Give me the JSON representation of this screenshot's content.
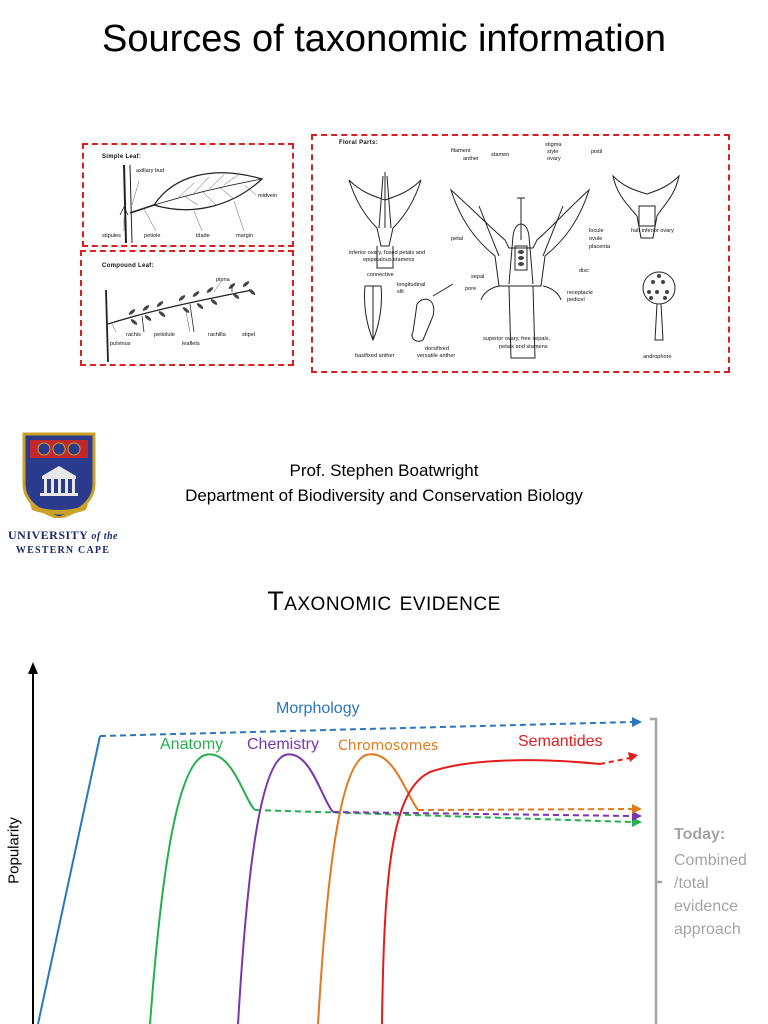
{
  "slide_title": "Sources of taxonomic information",
  "simple_leaf": {
    "heading": "Simple Leaf:",
    "labels": {
      "axillary_bud": "axillary bud",
      "midvein": "midvein",
      "stipules": "stipules",
      "petiole": "petiole",
      "blade": "blade",
      "margin": "margin"
    }
  },
  "compound_leaf": {
    "heading": "Compound Leaf:",
    "labels": {
      "pinna": "pinna",
      "rachis": "rachis",
      "petiolule": "petiolule",
      "rachilla": "rachilla",
      "stipel": "stipel",
      "pulvinus": "pulvinus",
      "leaflets": "leaflets"
    }
  },
  "floral_parts": {
    "heading": "Floral Parts:",
    "labels": {
      "filament": "filament",
      "anther": "anther",
      "stamen": "stamen",
      "stigma": "stigma",
      "style": "style",
      "ovary": "ovary",
      "pistil": "pistil",
      "inferior_ovary": "inferior ovary, fused petals and",
      "epipetalous": "epipetalous stamens",
      "petal": "petal",
      "locule": "locule",
      "ovule": "ovule",
      "placenta": "placenta",
      "half_inferior": "half inferior ovary",
      "connective": "connective",
      "longitudinal": "longitudinal",
      "slit": "slit",
      "pore": "pore",
      "sepal": "sepal",
      "disc": "disc",
      "receptacle": "receptacle",
      "pedicel": "pedicel",
      "dorsifixed": "dorsifixed",
      "versatile_anther": "versatile anther",
      "basifixed": "basifixed anther",
      "superior_ovary": "superior ovary, free sepals,",
      "petals_stamens": "petals and stamens",
      "androphore": "androphore"
    }
  },
  "author": "Prof. Stephen Boatwright",
  "department": "Department of Biodiversity and Conservation Biology",
  "university": {
    "line1_main": "UNIVERSITY",
    "line1_tail": "of the",
    "line2": "WESTERN CAPE"
  },
  "section_title": "Taxonomic evidence",
  "chart_data": {
    "type": "line",
    "ylabel": "Popularity",
    "series": [
      {
        "name": "Morphology",
        "color": "#2a77be"
      },
      {
        "name": "Anatomy",
        "color": "#25b04f"
      },
      {
        "name": "Chemistry",
        "color": "#7b35ad"
      },
      {
        "name": "Chromosomes",
        "color": "#e07a1c"
      },
      {
        "name": "Semantides",
        "color": "#e21d1d"
      }
    ],
    "bracket_color": "#a4a4a4",
    "today_label": "Today:",
    "today_text": [
      "Combined",
      "/total",
      "evidence",
      "approach"
    ]
  }
}
